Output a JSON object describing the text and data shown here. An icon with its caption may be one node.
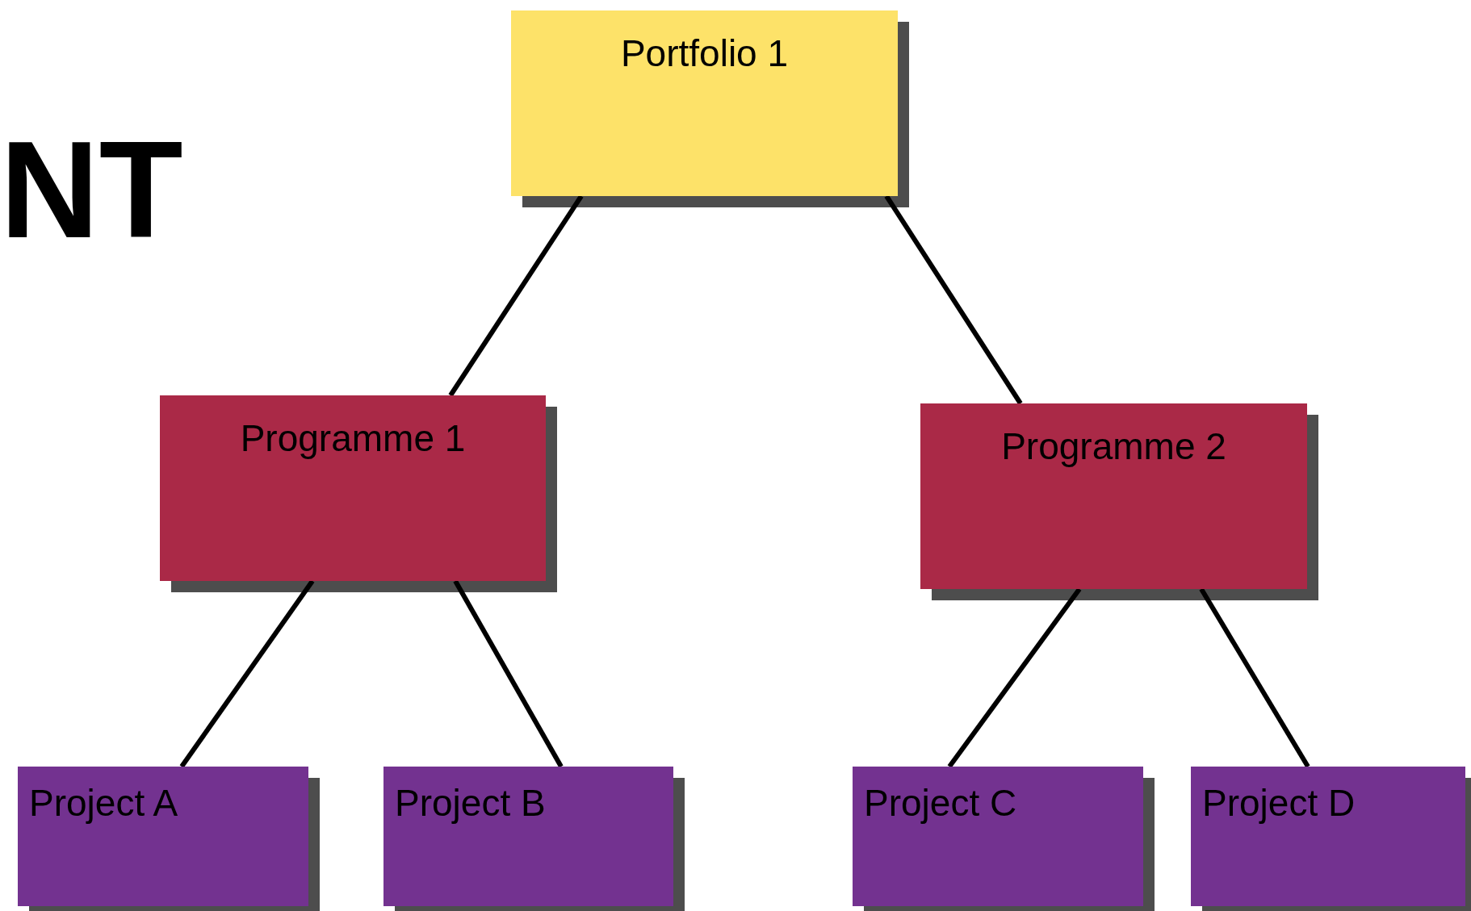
{
  "diagram": {
    "nodes": [
      {
        "text": [
          "Portfolio 1"
        ]
      },
      {
        "text": [
          "Programme 1"
        ]
      },
      {
        "text": [
          "Programme 2"
        ]
      },
      {
        "text": [
          "Project A"
        ]
      },
      {
        "text": [
          "Project B"
        ]
      },
      {
        "text": [
          "Project C"
        ]
      },
      {
        "text": [
          "Project D"
        ]
      }
    ],
    "edges": [
      {
        "from": 0,
        "to": 1,
        "arrow": "none"
      },
      {
        "from": 0,
        "to": 2,
        "arrow": "none"
      },
      {
        "from": 1,
        "to": 3,
        "arrow": "none"
      },
      {
        "from": 1,
        "to": 4,
        "arrow": "none"
      },
      {
        "from": 2,
        "to": 5,
        "arrow": "none"
      },
      {
        "from": 2,
        "to": 6,
        "arrow": "none"
      }
    ],
    "labels": [
      "NT"
    ]
  }
}
